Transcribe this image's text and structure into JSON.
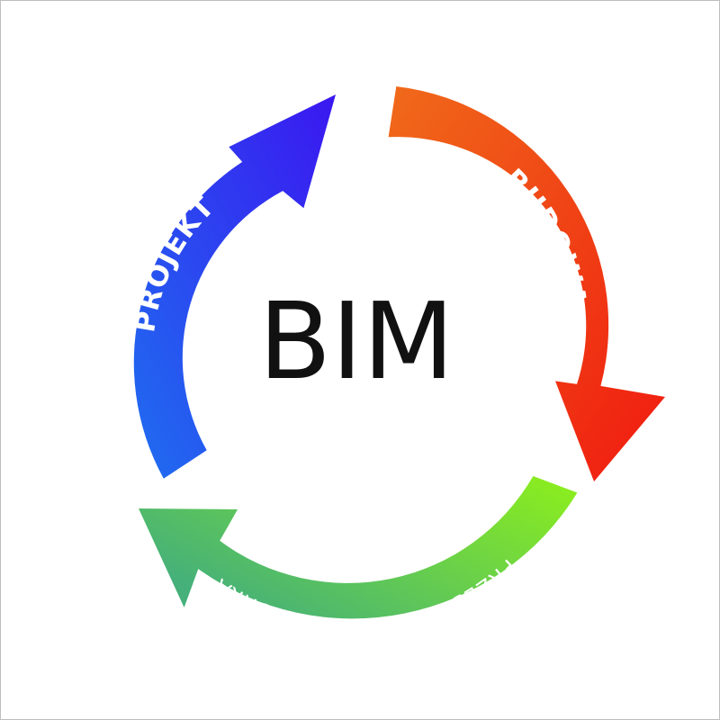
{
  "center": {
    "title": "BIM",
    "color": "#111111"
  },
  "stages": [
    {
      "label": "PROJEKT",
      "color_start": "#1f6ef0",
      "color_end": "#3a17f0"
    },
    {
      "label": "BUDOWA",
      "color_start": "#f06a1a",
      "color_end": "#f01a10"
    },
    {
      "label": "PRZEBUDOWA / ROZBIÓRKA",
      "color_start": "#8ef01a",
      "color_end": "#45b07a"
    }
  ],
  "label_color": "#ffffff"
}
